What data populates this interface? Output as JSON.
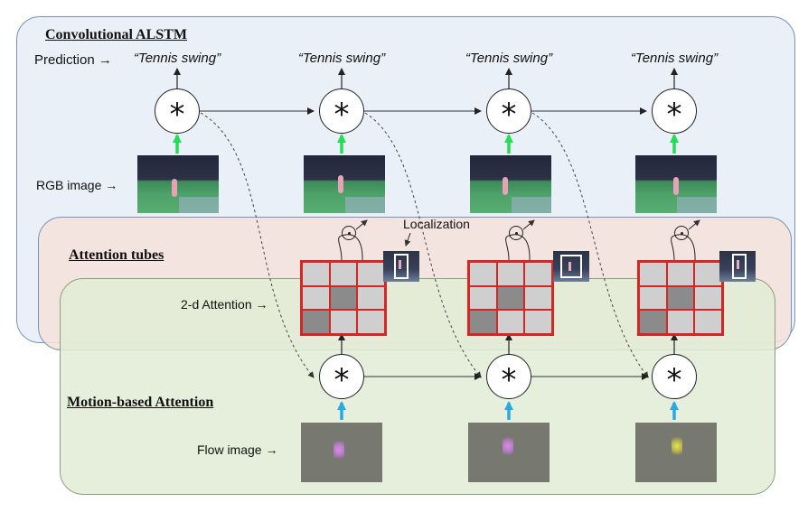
{
  "sections": {
    "convolutional_alstm": "Convolutional ALSTM",
    "attention_tubes": "Attention tubes",
    "motion_based_attention": "Motion-based Attention"
  },
  "labels": {
    "prediction": "Prediction →",
    "rgb_image": "RGB image →",
    "attention_2d": "2-d Attention →",
    "flow_image": "Flow image →",
    "localization": "Localization"
  },
  "predictions": [
    "“Tennis swing”",
    "“Tennis swing”",
    "“Tennis swing”",
    "“Tennis swing”"
  ],
  "operator_symbol": "*",
  "attention_maps": [
    [
      [
        "light",
        "light",
        "light"
      ],
      [
        "light",
        "dark",
        "light"
      ],
      [
        "dark",
        "light",
        "light"
      ]
    ],
    [
      [
        "light",
        "light",
        "light"
      ],
      [
        "light",
        "dark",
        "light"
      ],
      [
        "dark",
        "light",
        "light"
      ]
    ],
    [
      [
        "light",
        "light",
        "light"
      ],
      [
        "light",
        "dark",
        "light"
      ],
      [
        "dark",
        "light",
        "light"
      ]
    ]
  ],
  "colors": {
    "rgb_arrow": "#22dd55",
    "flow_arrow": "#2aa8e4",
    "attention_grid_border": "#d62525",
    "attention_light": "#cfcfcf",
    "attention_mid": "#bdbdbd",
    "attention_dark": "#8b8b8b"
  }
}
